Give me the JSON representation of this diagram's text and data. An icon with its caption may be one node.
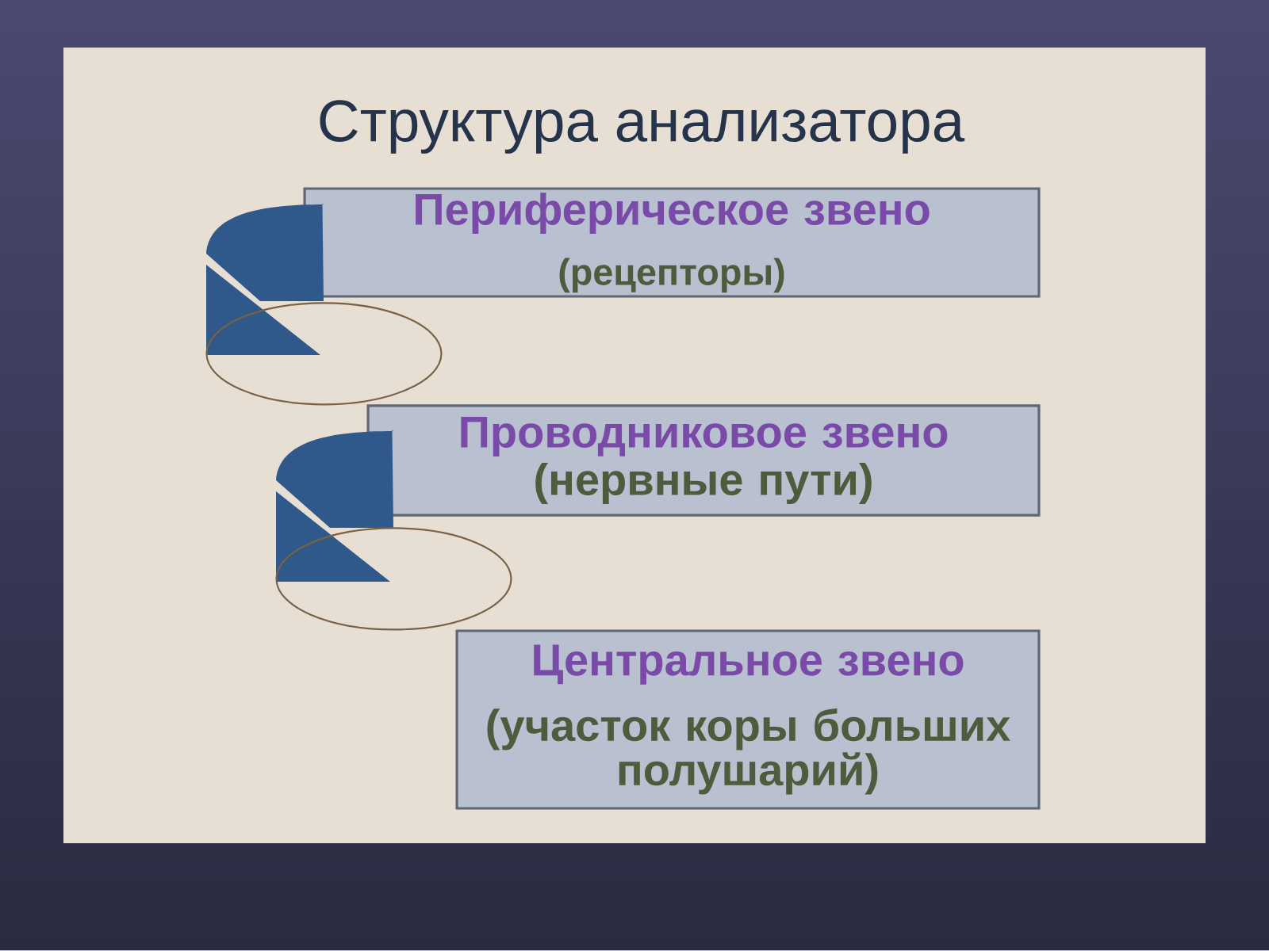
{
  "diagram": {
    "title": "Структура анализатора",
    "nodes": [
      {
        "text": [
          "Периферическое звено",
          "(рецепторы)"
        ]
      },
      {
        "text": [
          "Проводниковое звено",
          "(нервные пути)"
        ]
      },
      {
        "text": [
          "Центральное звено",
          "(участок коры больших полушарий)"
        ]
      }
    ],
    "edges": [
      {
        "from": 0,
        "to": 1,
        "arrow": "none"
      },
      {
        "from": 1,
        "to": 2,
        "arrow": "none"
      }
    ]
  }
}
